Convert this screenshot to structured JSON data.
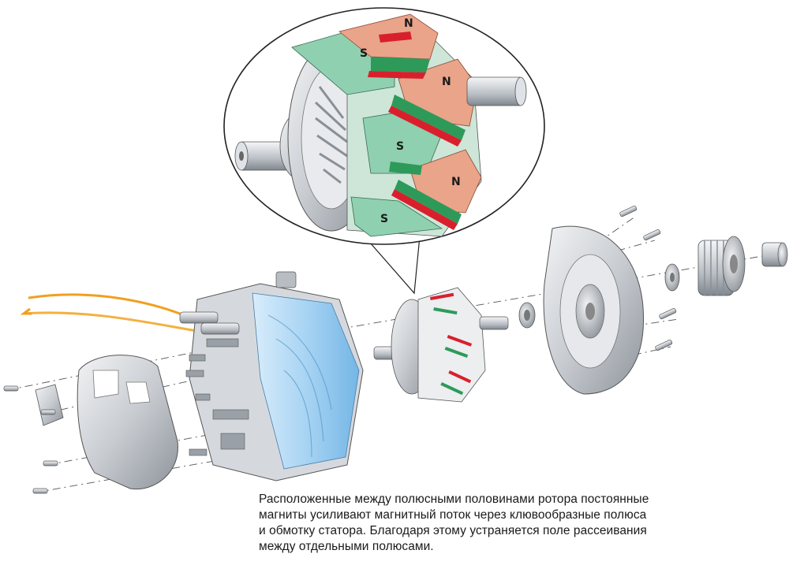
{
  "diagram": {
    "pole_labels": {
      "n_top": "N",
      "n_mid": "N",
      "n_low": "N",
      "s_top": "S",
      "s_mid": "S",
      "s_low": "S"
    },
    "caption_lines": [
      "Расположенные между полюсными половинами ротора постоянные",
      "магниты усиливают магнитный поток через клювообразные полюса",
      "и обмотку статора. Благодаря этому устраняется поле рассеивания",
      "между отдельными полюсами."
    ],
    "colors": {
      "north_pole": "#e9a48a",
      "south_pole": "#8fd0b0",
      "magnet_green": "#2e9a5a",
      "magnet_red": "#d8202c",
      "stator_blue": "#9ecff0",
      "metal": "#c9cdd2",
      "wire": "#f0a020"
    }
  }
}
